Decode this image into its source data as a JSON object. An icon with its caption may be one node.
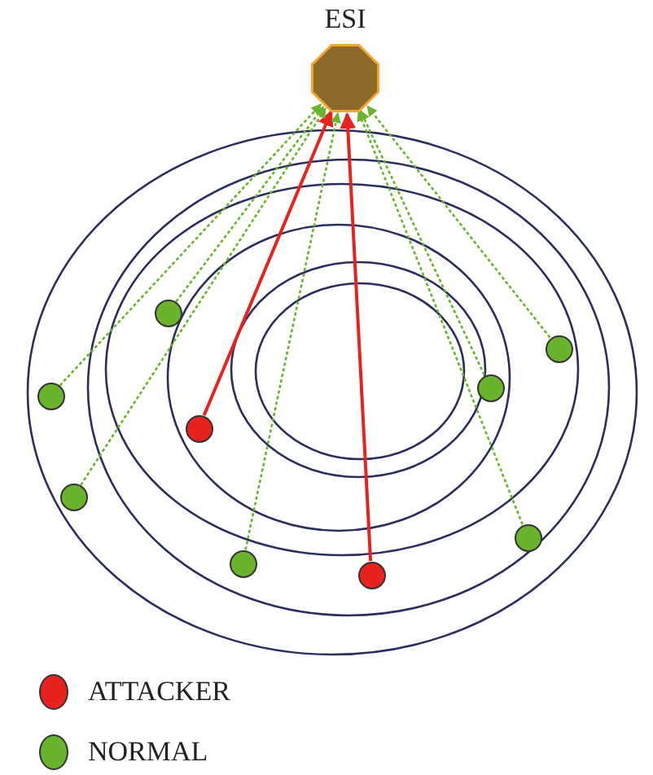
{
  "diagram": {
    "nodes": [
      {
        "text": [
          "ESI"
        ]
      },
      {
        "text": [],
        "shape": "circle"
      },
      {
        "text": [],
        "shape": "circle"
      },
      {
        "text": [],
        "shape": "circle"
      },
      {
        "text": [],
        "shape": "circle"
      },
      {
        "text": [],
        "shape": "circle"
      },
      {
        "text": [],
        "shape": "circle"
      },
      {
        "text": [],
        "shape": "circle"
      },
      {
        "text": [],
        "shape": "circle"
      },
      {
        "text": [],
        "shape": "circle"
      }
    ],
    "edges": [
      {
        "from": 1,
        "to": 0,
        "arrow": "to",
        "style": "dashed"
      },
      {
        "from": 2,
        "to": 0,
        "arrow": "to",
        "style": "dashed"
      },
      {
        "from": 3,
        "to": 0,
        "arrow": "to",
        "style": "dashed"
      },
      {
        "from": 4,
        "to": 0,
        "arrow": "to",
        "style": "dashed"
      },
      {
        "from": 5,
        "to": 0,
        "arrow": "to",
        "color": "#e8231f"
      },
      {
        "from": 6,
        "to": 0,
        "arrow": "to",
        "style": "dashed"
      },
      {
        "from": 7,
        "to": 0,
        "arrow": "to",
        "style": "dashed"
      },
      {
        "from": 8,
        "to": 0,
        "arrow": "to",
        "style": "dashed"
      },
      {
        "from": 9,
        "to": 0,
        "arrow": "to",
        "color": "#e8231f"
      }
    ],
    "legend": [
      {
        "text": "ATTACKER",
        "color": "#e8231f"
      },
      {
        "text": "NORMAL",
        "color": "#6ab42d"
      }
    ]
  }
}
